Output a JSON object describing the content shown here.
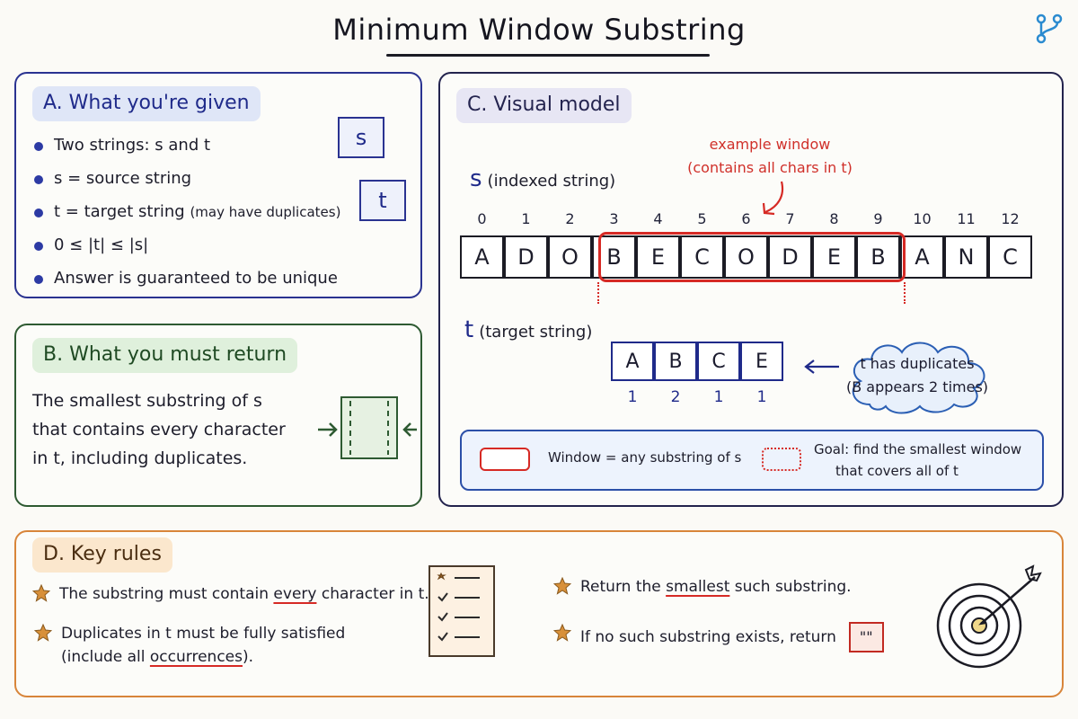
{
  "title": "Minimum Window Substring",
  "icons": {
    "corner": "git-branch-icon"
  },
  "colors": {
    "accent_red": "#d62a25",
    "navy": "#2a3391",
    "green": "#2e5a32",
    "orange": "#d8853a"
  },
  "panel_a": {
    "title": "A. What you're given",
    "items": [
      "Two strings: s and t",
      "s = source string",
      "t = target string",
      "0 ≤ |t| ≤ |s|",
      "Answer is guaranteed to be unique"
    ],
    "item_note": "(may have duplicates)",
    "box_s": "s",
    "box_t": "t"
  },
  "panel_b": {
    "title": "B. What you must return",
    "text": "The smallest substring of s that contains every character in t, including duplicates."
  },
  "panel_c": {
    "title": "C. Visual model",
    "s_var": "s",
    "s_label": "(indexed string)",
    "example_note": "example window (contains all chars in t)",
    "indices": [
      "0",
      "1",
      "2",
      "3",
      "4",
      "5",
      "6",
      "7",
      "8",
      "9",
      "10",
      "11",
      "12"
    ],
    "s_chars": [
      "A",
      "D",
      "O",
      "B",
      "E",
      "C",
      "O",
      "D",
      "E",
      "B",
      "A",
      "N",
      "C"
    ],
    "t_var": "t",
    "t_label": "(target string)",
    "t_chars": [
      "A",
      "B",
      "C",
      "E"
    ],
    "t_counts": [
      "1",
      "2",
      "1",
      "1"
    ],
    "cloud_line1": "t has duplicates",
    "cloud_line2": "(B appears 2 times)",
    "legend_window": "Window = any substring of s",
    "legend_goal_line1": "Goal: find the smallest window",
    "legend_goal_line2": "that covers all of t"
  },
  "panel_d": {
    "title": "D. Key rules",
    "rule1_pre": "The substring must contain ",
    "rule1_em": "every",
    "rule1_post": " character in t.",
    "rule2_line1": "Duplicates in t must be fully satisfied",
    "rule2_pre": "(include all ",
    "rule2_em": "occurrences",
    "rule2_post": ").",
    "rule3_pre": "Return the ",
    "rule3_em": "smallest",
    "rule3_post": " such substring.",
    "rule4_text": "If no such substring exists, return",
    "rule4_value": "\"\"",
    "icons": [
      "star-icon",
      "checklist-icon",
      "target-icon"
    ]
  }
}
